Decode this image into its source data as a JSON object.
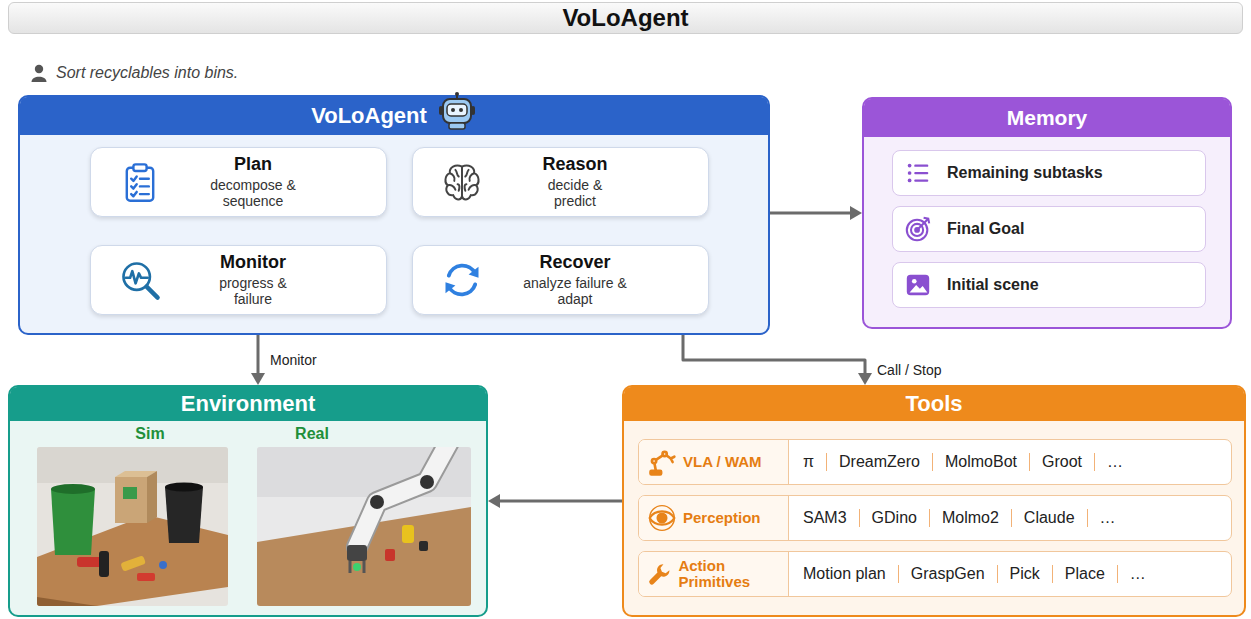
{
  "diagram": {
    "title": "VoLoAgent",
    "nodes": [
      {
        "text": [
          "VoLoAgent"
        ]
      },
      {
        "text": [
          "Plan",
          "decompose & sequence"
        ],
        "in": 0
      },
      {
        "text": [
          "Reason",
          "decide & predict"
        ],
        "in": 0
      },
      {
        "text": [
          "Monitor",
          "progress & failure"
        ],
        "in": 0
      },
      {
        "text": [
          "Recover",
          "analyze failure & adapt"
        ],
        "in": 0
      },
      {
        "text": [
          "Memory"
        ]
      },
      {
        "text": [
          "Remaining subtasks"
        ],
        "in": 5
      },
      {
        "text": [
          "Final Goal"
        ],
        "in": 5
      },
      {
        "text": [
          "Initial scene"
        ],
        "in": 5
      },
      {
        "text": [
          "Environment"
        ]
      },
      {
        "text": [
          "Tools"
        ]
      },
      {
        "text": [
          "VLA / WAM",
          "π",
          "DreamZero",
          "MolmoBot",
          "Groot",
          "…"
        ],
        "in": 10
      },
      {
        "text": [
          "Perception",
          "SAM3",
          "GDino",
          "Molmo2",
          "Claude",
          "…"
        ],
        "in": 10
      },
      {
        "text": [
          "Action Primitives",
          "Motion plan",
          "GraspGen",
          "Pick",
          "Place",
          "…"
        ],
        "in": 10
      }
    ],
    "edges": [
      {
        "from": 0,
        "to": 5,
        "arrow": "to"
      },
      {
        "from": 0,
        "to": 9,
        "label": "Monitor",
        "arrow": "to"
      },
      {
        "from": 0,
        "to": 10,
        "label": "Call / Stop",
        "arrow": "to"
      },
      {
        "from": 10,
        "to": 9,
        "arrow": "to"
      }
    ],
    "labels": [
      "Sort recyclables into bins.",
      "Sim",
      "Real"
    ]
  }
}
